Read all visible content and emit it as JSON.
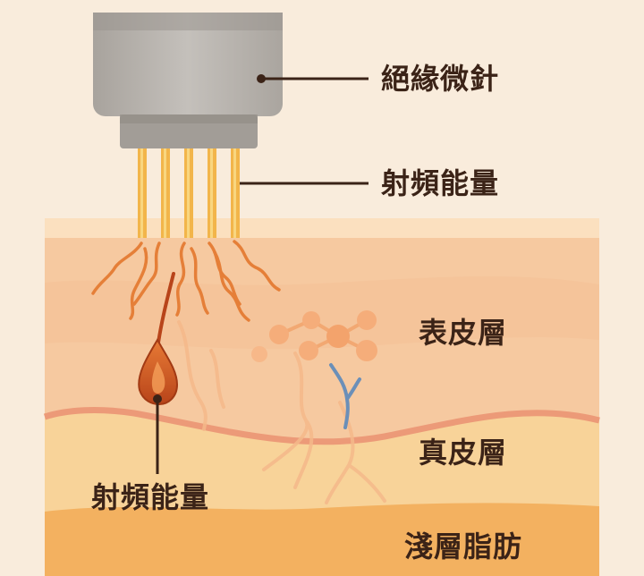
{
  "labels": {
    "needle": "絕緣微針",
    "rf_energy_top": "射頻能量",
    "epidermis": "表皮層",
    "dermis": "真皮層",
    "rf_energy_bottom": "射頻能量",
    "fat": "淺層脂肪"
  },
  "colors": {
    "background": "#f9ecdc",
    "epidermis": "#f6caa0",
    "dermis": "#f8d499",
    "fat": "#f3b25e",
    "needle_housing": "#b4b0ab",
    "needles": "#f2b54a",
    "energy_waves": "#e8803a",
    "leader_lines": "#3b2317",
    "label_text": "#3b2317",
    "hair_follicle": "#d9541e",
    "vessel": "#6b8fb8"
  },
  "icons": [
    "microneedle-device",
    "hair-follicle",
    "rf-energy-waves",
    "collagen-cluster",
    "blood-vessel"
  ]
}
